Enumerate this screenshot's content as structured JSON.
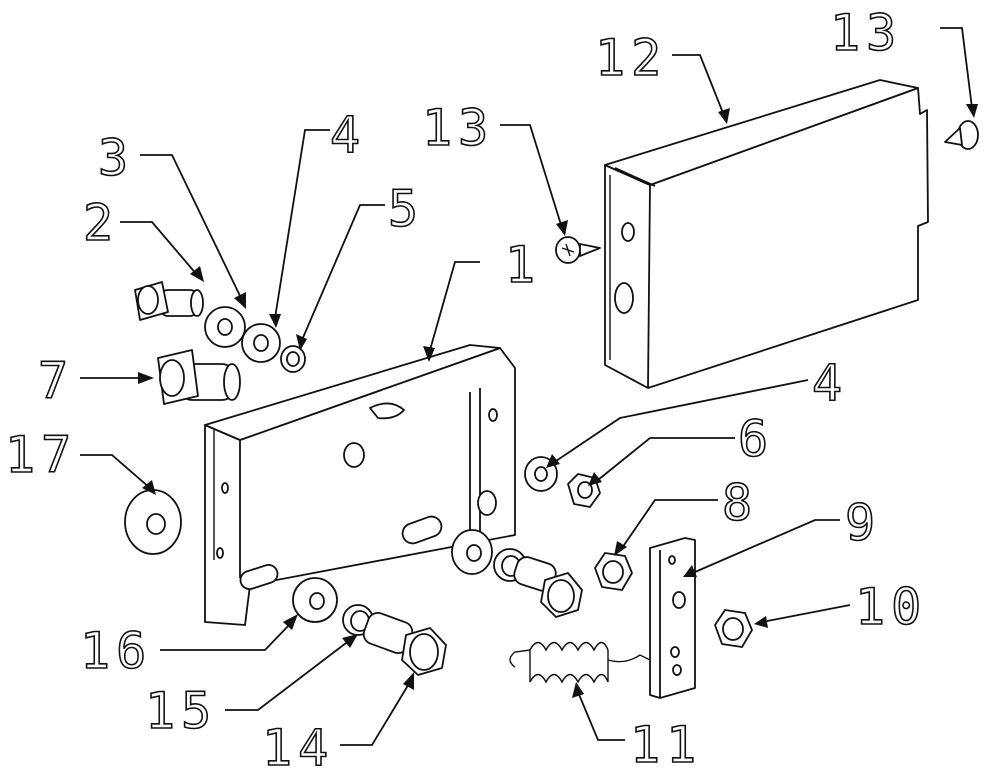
{
  "labels": {
    "l1": "1",
    "l2": "2",
    "l3": "3",
    "l4a": "4",
    "l4b": "4",
    "l5": "5",
    "l6": "6",
    "l7": "7",
    "l8": "8",
    "l9": "9",
    "l10": "10",
    "l11": "11",
    "l12": "12",
    "l13a": "13",
    "l13b": "13",
    "l14": "14",
    "l15": "15",
    "l16": "16",
    "l17": "17"
  }
}
